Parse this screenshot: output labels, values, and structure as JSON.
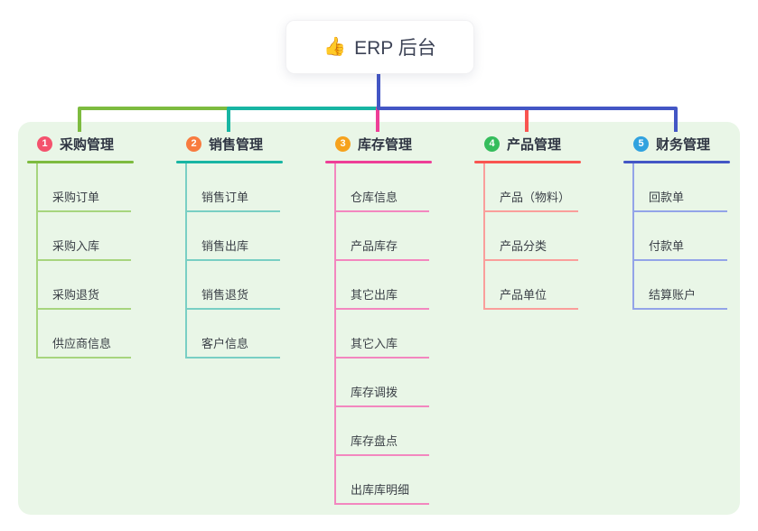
{
  "root": {
    "icon": "👍",
    "label": "ERP 后台"
  },
  "palette": {
    "canvas_bg": "#ffffff",
    "panel_bg": "#e9f6e7",
    "root_line": "#4356c5",
    "root_text": "#3d4356",
    "heading_text": "#2e3442",
    "item_text": "#3c4148",
    "badge_text": "#ffffff"
  },
  "branches": [
    {
      "num": "1",
      "label": "采购管理",
      "badge_color": "#f4526d",
      "line_color": "#7dbb3f",
      "child_line_color": "#a7d57e",
      "children": [
        "采购订单",
        "采购入库",
        "采购退货",
        "供应商信息"
      ]
    },
    {
      "num": "2",
      "label": "销售管理",
      "badge_color": "#f87b3f",
      "line_color": "#18b5a3",
      "child_line_color": "#79cfc4",
      "children": [
        "销售订单",
        "销售出库",
        "销售退货",
        "客户信息"
      ]
    },
    {
      "num": "3",
      "label": "库存管理",
      "badge_color": "#f6a21d",
      "line_color": "#ee3e97",
      "child_line_color": "#f387bf",
      "children": [
        "仓库信息",
        "产品库存",
        "其它出库",
        "其它入库",
        "库存调拨",
        "库存盘点",
        "出库库明细"
      ]
    },
    {
      "num": "4",
      "label": "产品管理",
      "badge_color": "#35bd5c",
      "line_color": "#f95450",
      "child_line_color": "#fa9e9b",
      "children": [
        "产品（物料）",
        "产品分类",
        "产品单位"
      ]
    },
    {
      "num": "5",
      "label": "财务管理",
      "badge_color": "#30a2df",
      "line_color": "#4356c5",
      "child_line_color": "#93a4e8",
      "children": [
        "回款单",
        "付款单",
        "结算账户"
      ]
    }
  ]
}
